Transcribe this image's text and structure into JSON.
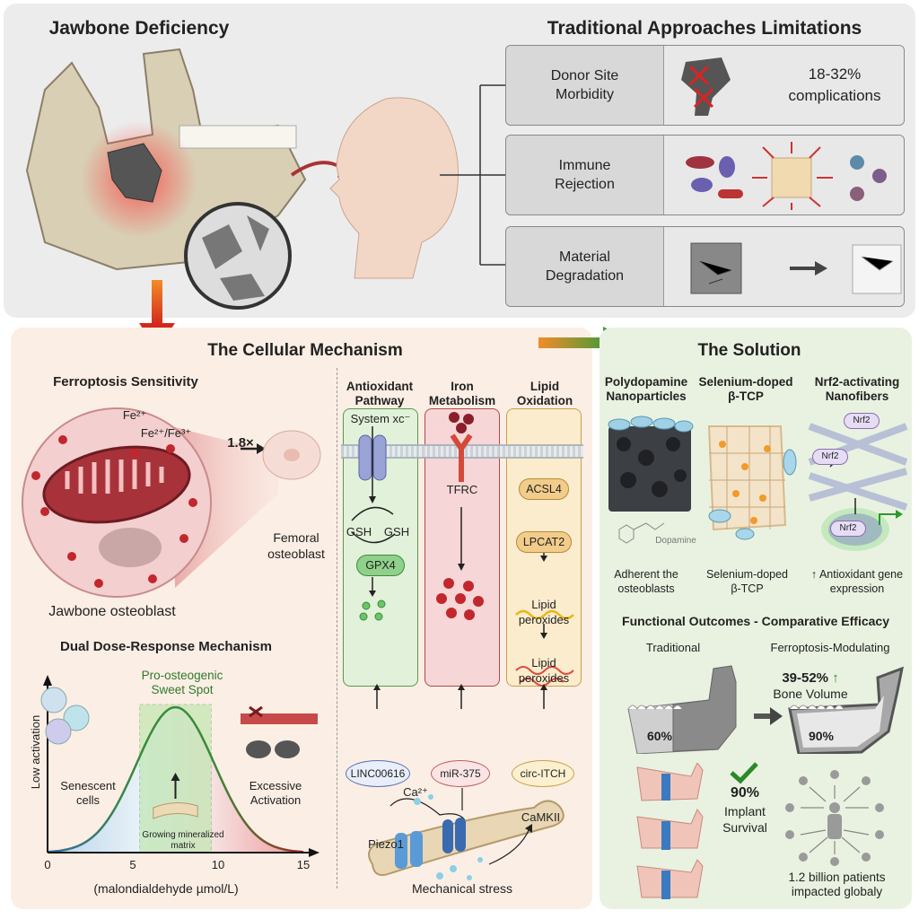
{
  "top": {
    "left_title": "Jawbone Deficiency",
    "right_title": "Traditional Approaches Limitations",
    "limitations": [
      {
        "label": "Donor Site Morbidity",
        "detail": "18-32% complications"
      },
      {
        "label": "Immune Rejection"
      },
      {
        "label": "Material Degradation"
      }
    ]
  },
  "mechanism": {
    "title": "The Cellular Mechanism",
    "ferroptosis": {
      "title": "Ferroptosis Sensitivity",
      "fe2": "Fe²⁺",
      "fe23": "Fe²⁺/Fe³⁺",
      "fold": "1.8×",
      "femoral": "Femoral osteoblast",
      "jawbone": "Jawbone osteoblast"
    },
    "dose_response": {
      "title": "Dual Dose-Response Mechanism",
      "sweet_spot": "Pro-osteogenic Sweet Spot",
      "ylabel": "Low activation",
      "xlabel": "(malondialdehyde µmol/L)",
      "xticks": [
        "0",
        "5",
        "10",
        "15"
      ],
      "xlim": [
        0,
        15
      ],
      "sweet_range": [
        5.4,
        9.6
      ],
      "peak": 7.5,
      "left_label": "Senescent cells",
      "right_label": "Excessive Activation",
      "center_label": "Growing mineralized matrix"
    },
    "pathways": [
      {
        "title": "Antioxidant Pathway",
        "system": "System xc⁻",
        "gsh1": "GSH",
        "gsh2": "GSH",
        "enzyme": "GPX4",
        "regulator": "LINC00616"
      },
      {
        "title": "Iron Metabolism",
        "receptor": "TFRC",
        "regulator": "miR-375"
      },
      {
        "title": "Lipid Oxidation",
        "enzyme1": "ACSL4",
        "enzyme2": "LPCAT2",
        "product1": "Lipid peroxides",
        "product2": "Lipid peroxides",
        "regulator": "circ-ITCH"
      }
    ],
    "stress": {
      "piezo": "Piezo1",
      "ca": "Ca²⁺",
      "camkii": "CaMKII",
      "label": "Mechanical stress"
    }
  },
  "solution": {
    "title": "The Solution",
    "items": [
      {
        "title": "Polydopamine Nanoparticles",
        "molecule": "Dopamine",
        "caption": "Adherent the osteoblasts"
      },
      {
        "title": "Selenium-doped β-TCP",
        "caption": "Selenium-doped β-TCP"
      },
      {
        "title": "Nrf2-activating Nanofibers",
        "node": "Nrf2",
        "caption": "↑ Antioxidant gene expression"
      }
    ],
    "outcomes": {
      "title": "Functional Outcomes - Comparative Efficacy",
      "traditional": "Traditional",
      "modulating": "Ferroptosis-Modulating",
      "trad_pct": "60%",
      "mod_pct": "90%",
      "bone_gain": "39-52%",
      "bone_label": "Bone Volume",
      "implant_pct": "90%",
      "implant_label": "Implant Survival",
      "patients": "1.2 billion patients impacted globaly"
    }
  },
  "colors": {
    "red": "#c0392b",
    "green": "#3a8a3a",
    "peach": "#fbeee4",
    "mint": "#e9f2e1",
    "gray": "#ececec"
  }
}
